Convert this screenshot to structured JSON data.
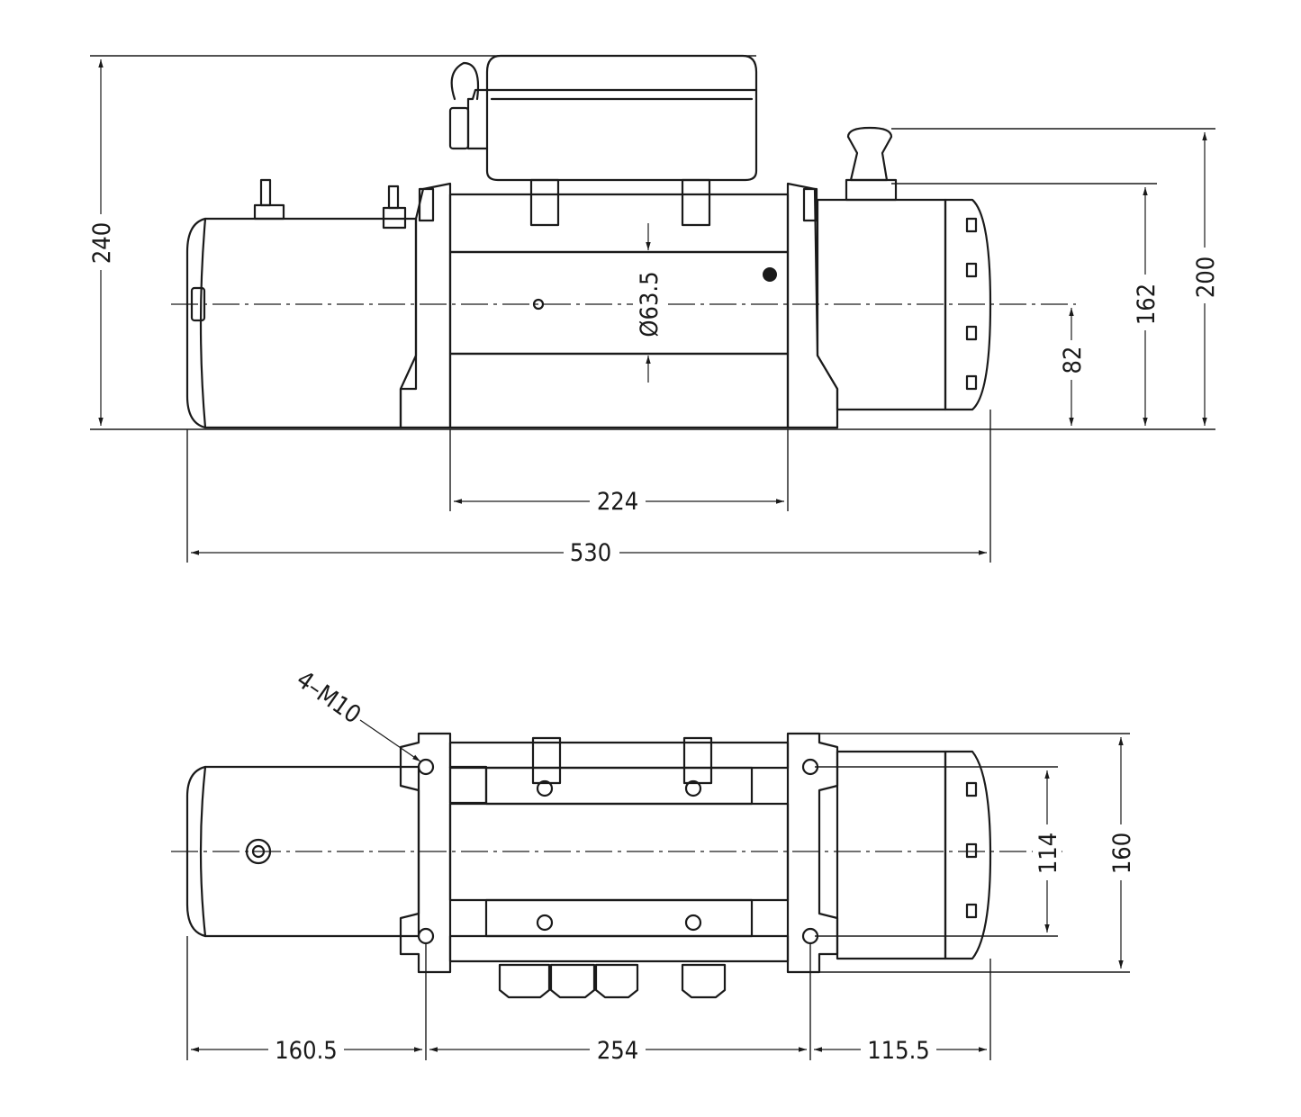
{
  "top_view": {
    "dimensions": {
      "overall_height": "240",
      "control_box_height": "200",
      "motor_height": "162",
      "center_height": "82",
      "drum_diameter": "Ø63.5",
      "drum_length": "224",
      "overall_length": "530"
    }
  },
  "bottom_view": {
    "dimensions": {
      "bolt_callout": "4–M10",
      "bolt_width": "114",
      "overall_width": "160",
      "left_offset": "160.5",
      "bolt_spacing": "254",
      "right_offset": "115.5"
    }
  },
  "colors": {
    "line": "#1a1a1a",
    "background": "#ffffff"
  }
}
